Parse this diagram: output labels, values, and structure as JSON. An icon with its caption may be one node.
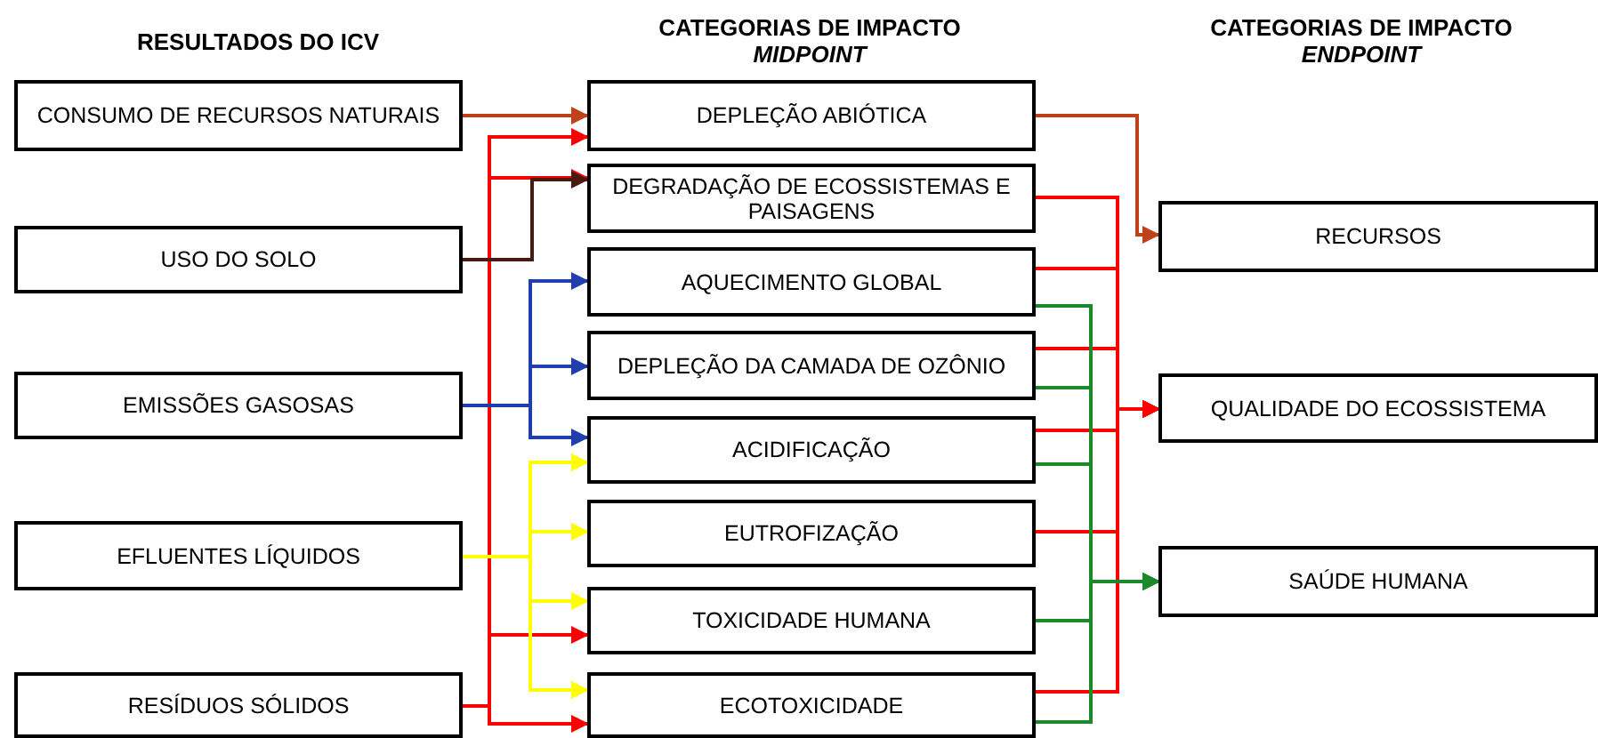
{
  "diagram": {
    "nodes": [
      {
        "text": [
          "CONSUMO DE RECURSOS NATURAIS"
        ]
      },
      {
        "text": [
          "USO DO SOLO"
        ]
      },
      {
        "text": [
          "EMISSÕES GASOSAS"
        ]
      },
      {
        "text": [
          "EFLUENTES LÍQUIDOS"
        ]
      },
      {
        "text": [
          "RESÍDUOS SÓLIDOS"
        ]
      },
      {
        "text": [
          "DEPLEÇÃO ABIÓTICA"
        ]
      },
      {
        "text": [
          "DEGRADAÇÃO DE ECOSSISTEMAS E PAISAGENS"
        ]
      },
      {
        "text": [
          "AQUECIMENTO GLOBAL"
        ]
      },
      {
        "text": [
          "DEPLEÇÃO DA CAMADA DE OZÔNIO"
        ]
      },
      {
        "text": [
          "ACIDIFICAÇÃO"
        ]
      },
      {
        "text": [
          "EUTROFIZAÇÃO"
        ]
      },
      {
        "text": [
          "TOXICIDADE HUMANA"
        ]
      },
      {
        "text": [
          "ECOTOXICIDADE"
        ]
      },
      {
        "text": [
          "RECURSOS"
        ]
      },
      {
        "text": [
          "QUALIDADE DO ECOSSISTEMA"
        ]
      },
      {
        "text": [
          "SAÚDE HUMANA"
        ]
      }
    ],
    "edges": [
      {
        "from": 0,
        "to": 5,
        "arrow": "to",
        "color": "#c0401a"
      },
      {
        "from": 4,
        "to": 5,
        "arrow": "to"
      },
      {
        "from": 4,
        "to": 6,
        "arrow": "to"
      },
      {
        "from": 4,
        "to": 11,
        "arrow": "to"
      },
      {
        "from": 4,
        "to": 12,
        "arrow": "to"
      },
      {
        "from": 1,
        "to": 6,
        "arrow": "to",
        "color": "#4a1a10"
      },
      {
        "from": 2,
        "to": 7,
        "arrow": "to",
        "color": "#1f3faf"
      },
      {
        "from": 2,
        "to": 8,
        "arrow": "to",
        "color": "#1f3faf"
      },
      {
        "from": 2,
        "to": 9,
        "arrow": "to",
        "color": "#1f3faf"
      },
      {
        "from": 3,
        "to": 9,
        "arrow": "to",
        "color": "#ffff00"
      },
      {
        "from": 3,
        "to": 10,
        "arrow": "to",
        "color": "#ffff00"
      },
      {
        "from": 3,
        "to": 11,
        "arrow": "to",
        "color": "#ffff00"
      },
      {
        "from": 3,
        "to": 12,
        "arrow": "to",
        "color": "#ffff00"
      },
      {
        "from": 5,
        "to": 13,
        "arrow": "to",
        "color": "#c0401a"
      },
      {
        "from": 6,
        "to": 14,
        "arrow": "to"
      },
      {
        "from": 7,
        "to": 14,
        "arrow": "to"
      },
      {
        "from": 8,
        "to": 14,
        "arrow": "to"
      },
      {
        "from": 9,
        "to": 14,
        "arrow": "to"
      },
      {
        "from": 10,
        "to": 14,
        "arrow": "to"
      },
      {
        "from": 12,
        "to": 14,
        "arrow": "to"
      },
      {
        "from": 7,
        "to": 15,
        "arrow": "to",
        "color": "#1a8a2a"
      },
      {
        "from": 8,
        "to": 15,
        "arrow": "to",
        "color": "#1a8a2a"
      },
      {
        "from": 9,
        "to": 15,
        "arrow": "to",
        "color": "#1a8a2a"
      },
      {
        "from": 11,
        "to": 15,
        "arrow": "to",
        "color": "#1a8a2a"
      },
      {
        "from": 12,
        "to": 15,
        "arrow": "to",
        "color": "#1a8a2a"
      }
    ],
    "labels": [
      "RESULTADOS DO ICV",
      "CATEGORIAS DE IMPACTO",
      "MIDPOINT",
      "CATEGORIAS DE IMPACTO",
      "ENDPOINT"
    ]
  }
}
